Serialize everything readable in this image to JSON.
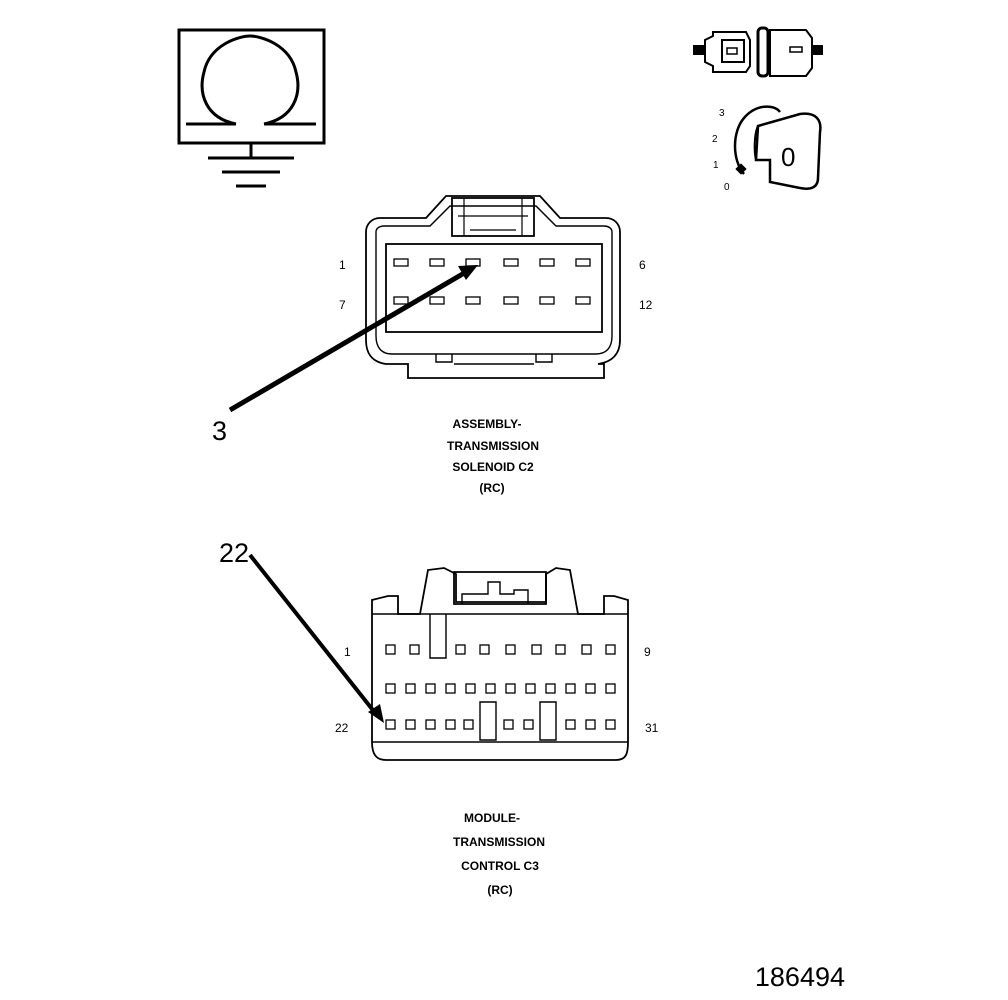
{
  "colors": {
    "line": "#000000",
    "background": "#ffffff"
  },
  "symbols": {
    "ohm_ground": "ohmmeter-to-ground-icon",
    "meter_probe": "test-probe-icon",
    "ignition_key": "ignition-key-icon"
  },
  "ignition": {
    "positions": [
      "3",
      "2",
      "1",
      "0"
    ],
    "key_label": "0"
  },
  "connector_c2": {
    "pin_first_top": "1",
    "pin_last_top": "6",
    "pin_first_bottom": "7",
    "pin_last_bottom": "12",
    "caption": [
      "ASSEMBLY-",
      "TRANSMISSION",
      "SOLENOID C2",
      "(RC)"
    ],
    "callout": "3"
  },
  "connector_c3": {
    "pin_first_top": "1",
    "pin_last_top": "9",
    "pin_first_bottom": "22",
    "pin_last_bottom": "31",
    "caption": [
      "MODULE-",
      "TRANSMISSION",
      "CONTROL C3",
      "(RC)"
    ],
    "callout": "22"
  },
  "figure_number": "186494"
}
